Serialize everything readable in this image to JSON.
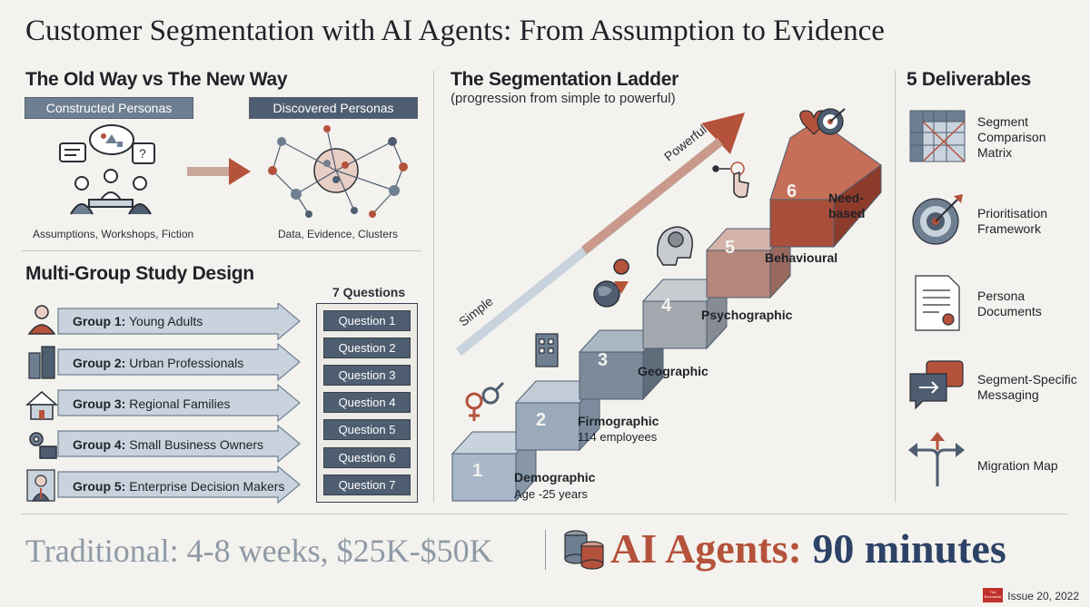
{
  "title": "Customer Segmentation with AI Agents: From Assumption to Evidence",
  "old_vs_new": {
    "heading": "The Old Way vs The New Way",
    "constructed_label": "Constructed Personas",
    "discovered_label": "Discovered Personas",
    "constructed_caption": "Assumptions, Workshops, Fiction",
    "discovered_caption": "Data, Evidence, Clusters"
  },
  "study": {
    "heading": "Multi-Group Study Design",
    "questions_heading": "7 Questions",
    "groups": [
      {
        "num": "Group 1:",
        "name": "Young Adults"
      },
      {
        "num": "Group 2:",
        "name": "Urban Professionals"
      },
      {
        "num": "Group 3:",
        "name": "Regional Families"
      },
      {
        "num": "Group 4:",
        "name": "Small Business Owners"
      },
      {
        "num": "Group 5:",
        "name": "Enterprise Decision Makers"
      }
    ],
    "questions": [
      "Question 1",
      "Question 2",
      "Question 3",
      "Question 4",
      "Question 5",
      "Question 6",
      "Question 7"
    ]
  },
  "ladder": {
    "heading": "The Segmentation Ladder",
    "subheading": "(progression from simple to powerful)",
    "simple_label": "Simple",
    "powerful_label": "Powerful",
    "steps": [
      {
        "num": "1",
        "label": "Demographic",
        "sub": "Age -25 years"
      },
      {
        "num": "2",
        "label": "Firmographic",
        "sub": "114 employees"
      },
      {
        "num": "3",
        "label": "Geographic",
        "sub": ""
      },
      {
        "num": "4",
        "label": "Psychographic",
        "sub": ""
      },
      {
        "num": "5",
        "label": "Behavioural",
        "sub": ""
      },
      {
        "num": "6",
        "label": "Need-based",
        "label_line1": "Need-",
        "label_line2": "based",
        "sub": ""
      }
    ]
  },
  "deliverables": {
    "heading": "5 Deliverables",
    "items": [
      {
        "icon": "matrix-icon",
        "line1": "Segment",
        "line2": "Comparison",
        "line3": "Matrix"
      },
      {
        "icon": "target-icon",
        "line1": "Prioritisation",
        "line2": "Framework",
        "line3": ""
      },
      {
        "icon": "document-icon",
        "line1": "Persona",
        "line2": "Documents",
        "line3": ""
      },
      {
        "icon": "message-icon",
        "line1": "Segment-Specific",
        "line2": "Messaging",
        "line3": ""
      },
      {
        "icon": "migration-icon",
        "line1": "Migration Map",
        "line2": "",
        "line3": ""
      }
    ]
  },
  "bottom": {
    "traditional": "Traditional: 4-8 weeks, $25K-$50K",
    "ai_label": "AI Agents:",
    "ai_value": "90 minutes"
  },
  "footer": {
    "logo_line1": "The",
    "logo_line2": "Economist",
    "issue": "Issue 20, 2022"
  },
  "colors": {
    "accent": "#b5523b",
    "navy": "#2c4266",
    "slate": "#6f7f92",
    "dark_slate": "#4e5d70"
  }
}
